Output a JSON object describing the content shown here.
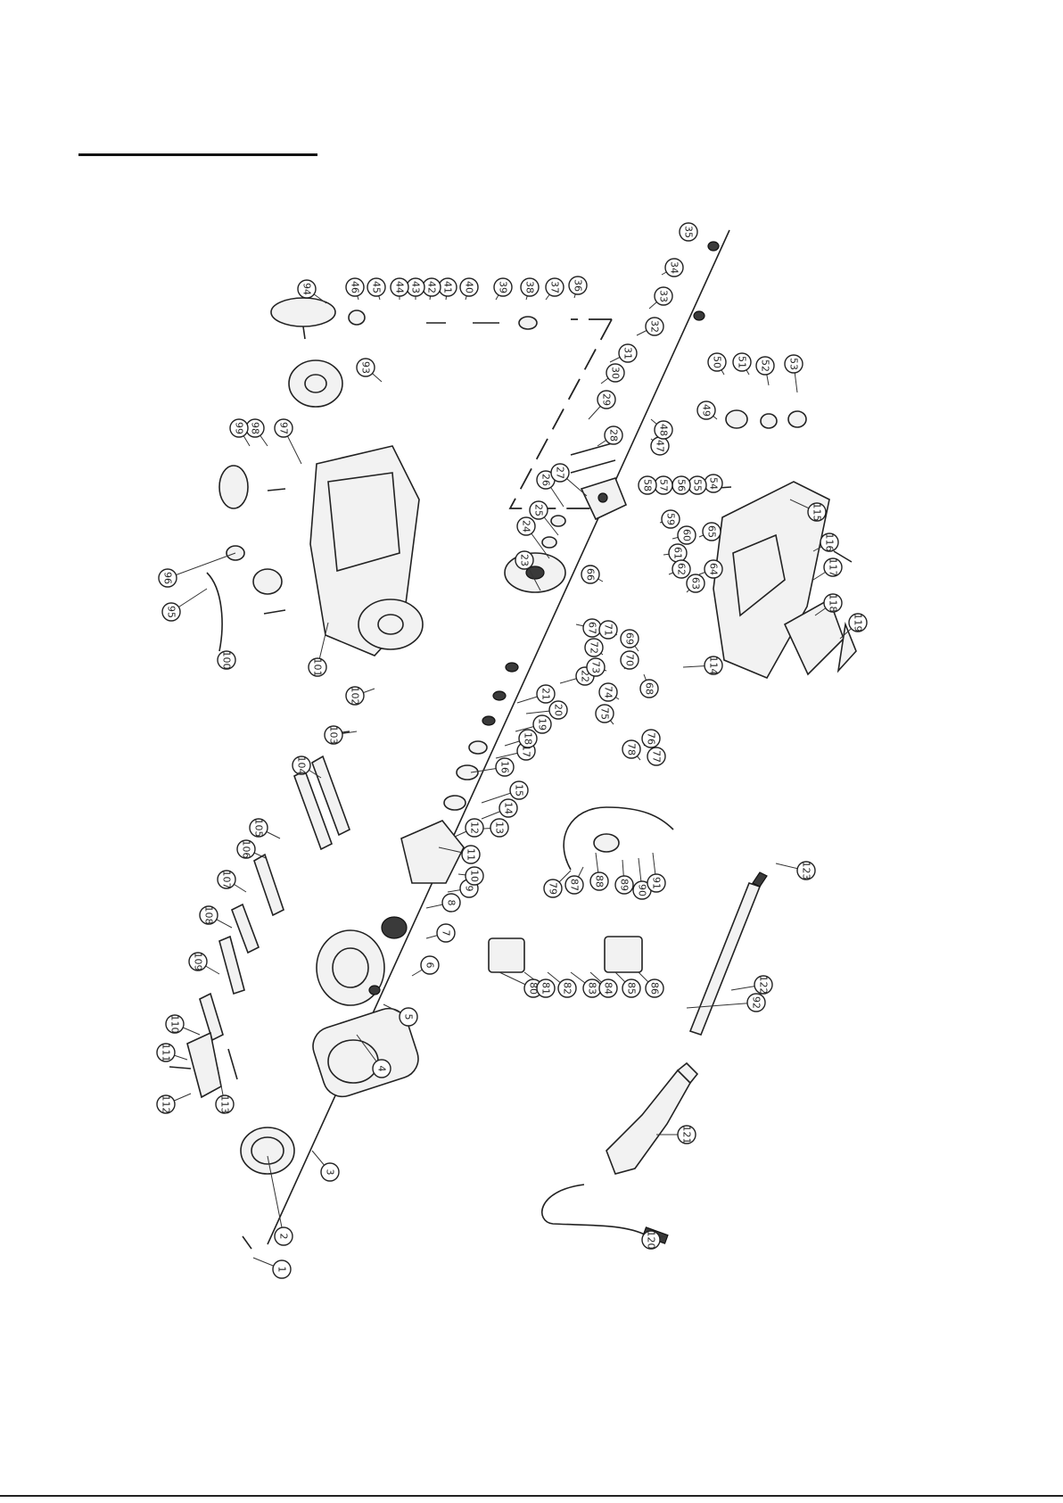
{
  "part_callouts": [
    "1",
    "2",
    "3",
    "4",
    "5",
    "6",
    "7",
    "8",
    "9",
    "10",
    "11",
    "12",
    "13",
    "14",
    "15",
    "16",
    "17",
    "18",
    "19",
    "20",
    "21",
    "22",
    "23",
    "24",
    "25",
    "26",
    "27",
    "28",
    "29",
    "30",
    "31",
    "32",
    "33",
    "34",
    "35",
    "36",
    "37",
    "38",
    "39",
    "40",
    "41",
    "42",
    "43",
    "44",
    "45",
    "46",
    "47",
    "48",
    "49",
    "50",
    "51",
    "52",
    "53",
    "54",
    "55",
    "56",
    "57",
    "58",
    "59",
    "60",
    "61",
    "62",
    "63",
    "64",
    "65",
    "66",
    "67",
    "68",
    "69",
    "70",
    "71",
    "72",
    "73",
    "74",
    "75",
    "76",
    "77",
    "78",
    "79",
    "80",
    "81",
    "82",
    "83",
    "84",
    "85",
    "86",
    "87",
    "88",
    "89",
    "90",
    "91",
    "92",
    "93",
    "94",
    "95",
    "96",
    "97",
    "98",
    "99",
    "100",
    "101",
    "102",
    "103",
    "104",
    "105",
    "106",
    "107",
    "108",
    "109",
    "110",
    "111",
    "112",
    "113",
    "114",
    "115",
    "116",
    "117",
    "118",
    "119",
    "120",
    "121",
    "122",
    "123"
  ]
}
